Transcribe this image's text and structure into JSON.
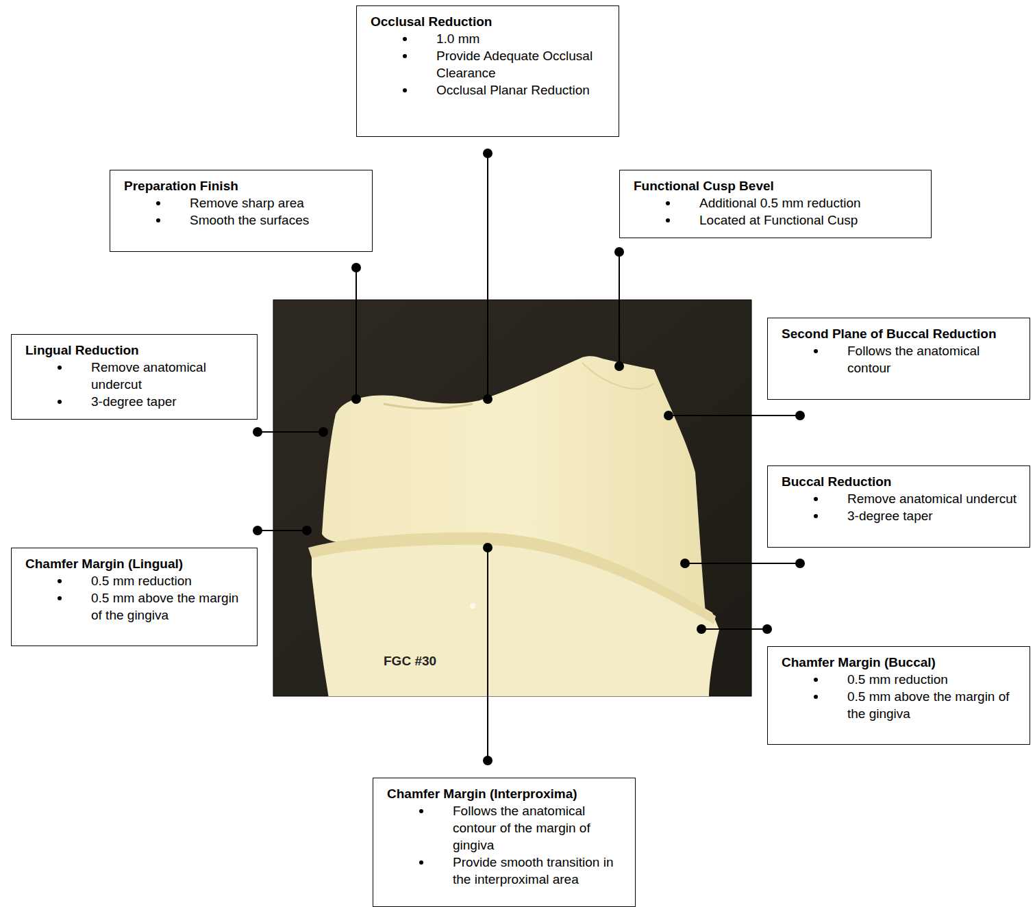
{
  "diagram": {
    "nodes": [
      {
        "text": [
          "Occlusal Reduction",
          "1.0 mm",
          "Provide Adequate Occlusal Clearance",
          "Occlusal Planar Reduction"
        ]
      },
      {
        "text": [
          "Preparation Finish",
          "Remove sharp area",
          "Smooth the surfaces"
        ]
      },
      {
        "text": [
          "Functional Cusp Bevel",
          "Additional 0.5 mm reduction",
          "Located at Functional Cusp"
        ]
      },
      {
        "text": [
          "Second Plane of Buccal Reduction",
          "Follows the anatomical contour"
        ]
      },
      {
        "text": [
          "Lingual Reduction",
          "Remove anatomical undercut",
          "3-degree taper"
        ]
      },
      {
        "text": [
          "Buccal Reduction",
          "Remove anatomical undercut",
          "3-degree taper"
        ]
      },
      {
        "text": [
          "Chamfer Margin (Lingual)",
          "0.5 mm reduction",
          "0.5 mm above the margin of the gingiva"
        ]
      },
      {
        "text": [
          "Chamfer Margin (Buccal)",
          "0.5 mm reduction",
          "0.5 mm above the margin of the gingiva"
        ]
      },
      {
        "text": [
          "Chamfer Margin (Interproxima)",
          "Follows the anatomical contour of the margin of gingiva",
          "Provide smooth transition in the interproximal area"
        ]
      }
    ],
    "labels": [
      "FGC #30"
    ]
  }
}
